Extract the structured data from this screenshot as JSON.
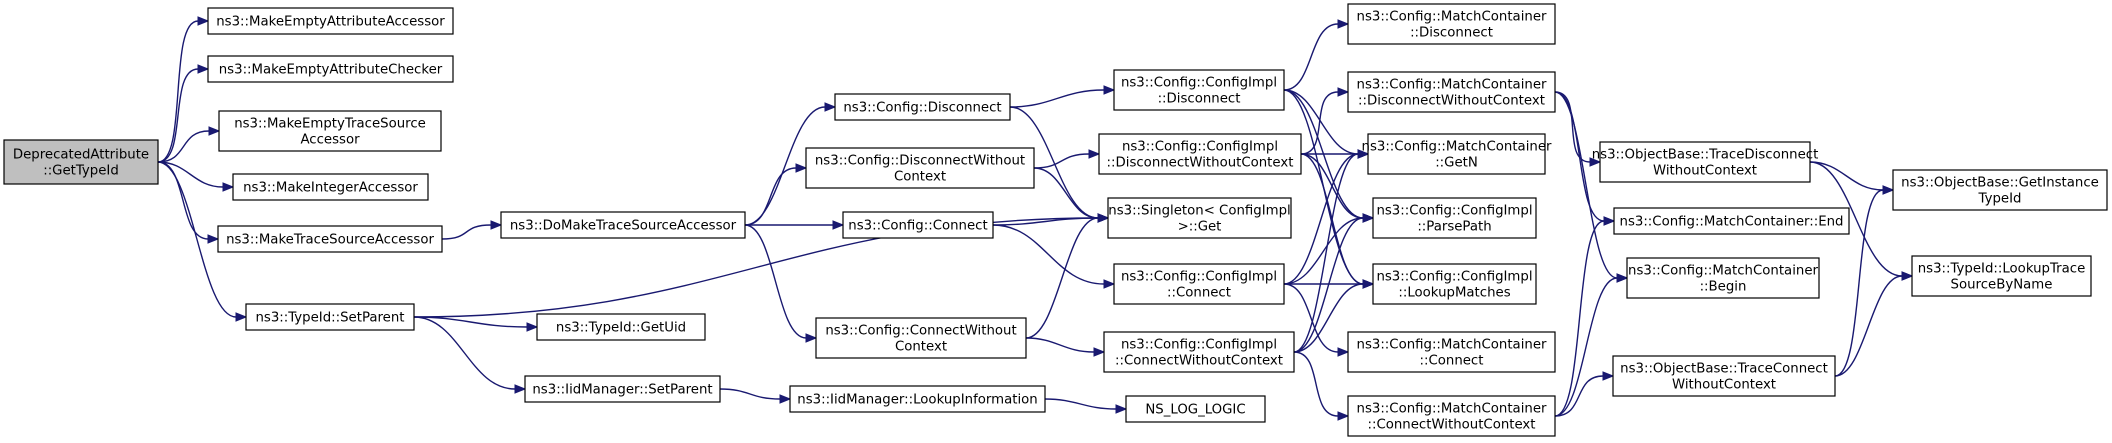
{
  "graph": {
    "nodes": [
      {
        "id": "getTypeId",
        "lines": [
          "DeprecatedAttribute",
          "::GetTypeId"
        ],
        "root": true
      },
      {
        "id": "mkEmptyAttrAcc",
        "lines": [
          "ns3::MakeEmptyAttributeAccessor"
        ]
      },
      {
        "id": "mkEmptyAttrChk",
        "lines": [
          "ns3::MakeEmptyAttributeChecker"
        ]
      },
      {
        "id": "mkEmptyTraceSrc",
        "lines": [
          "ns3::MakeEmptyTraceSource",
          "Accessor"
        ]
      },
      {
        "id": "mkIntAcc",
        "lines": [
          "ns3::MakeIntegerAccessor"
        ]
      },
      {
        "id": "mkTraceSrcAcc",
        "lines": [
          "ns3::MakeTraceSourceAccessor"
        ]
      },
      {
        "id": "typeIdSetParent",
        "lines": [
          "ns3::TypeId::SetParent"
        ]
      },
      {
        "id": "doMakeTraceSrcAcc",
        "lines": [
          "ns3::DoMakeTraceSourceAccessor"
        ]
      },
      {
        "id": "typeIdGetUid",
        "lines": [
          "ns3::TypeId::GetUid"
        ]
      },
      {
        "id": "iidMgrSetParent",
        "lines": [
          "ns3::IidManager::SetParent"
        ]
      },
      {
        "id": "cfgDisconnect",
        "lines": [
          "ns3::Config::Disconnect"
        ]
      },
      {
        "id": "cfgDisconnectWoCtx",
        "lines": [
          "ns3::Config::DisconnectWithout",
          "Context"
        ]
      },
      {
        "id": "cfgConnect",
        "lines": [
          "ns3::Config::Connect"
        ]
      },
      {
        "id": "cfgConnectWoCtx",
        "lines": [
          "ns3::Config::ConnectWithout",
          "Context"
        ]
      },
      {
        "id": "iidMgrLookupInfo",
        "lines": [
          "ns3::IidManager::LookupInformation"
        ]
      },
      {
        "id": "implDisconnect",
        "lines": [
          "ns3::Config::ConfigImpl",
          "::Disconnect"
        ]
      },
      {
        "id": "implDisconnectWoCtx",
        "lines": [
          "ns3::Config::ConfigImpl",
          "::DisconnectWithoutContext"
        ]
      },
      {
        "id": "singletonGet",
        "lines": [
          "ns3::Singleton< ConfigImpl",
          " >::Get"
        ]
      },
      {
        "id": "implConnect",
        "lines": [
          "ns3::Config::ConfigImpl",
          "::Connect"
        ]
      },
      {
        "id": "implConnectWoCtx",
        "lines": [
          "ns3::Config::ConfigImpl",
          "::ConnectWithoutContext"
        ]
      },
      {
        "id": "nsLogLogic",
        "lines": [
          "NS_LOG_LOGIC"
        ]
      },
      {
        "id": "mcDisconnect",
        "lines": [
          "ns3::Config::MatchContainer",
          "::Disconnect"
        ]
      },
      {
        "id": "mcDisconnectWoCtx",
        "lines": [
          "ns3::Config::MatchContainer",
          "::DisconnectWithoutContext"
        ]
      },
      {
        "id": "mcGetN",
        "lines": [
          "ns3::Config::MatchContainer",
          "::GetN"
        ]
      },
      {
        "id": "implParsePath",
        "lines": [
          "ns3::Config::ConfigImpl",
          "::ParsePath"
        ]
      },
      {
        "id": "implLookupMatches",
        "lines": [
          "ns3::Config::ConfigImpl",
          "::LookupMatches"
        ]
      },
      {
        "id": "mcConnect",
        "lines": [
          "ns3::Config::MatchContainer",
          "::Connect"
        ]
      },
      {
        "id": "mcConnectWoCtx",
        "lines": [
          "ns3::Config::MatchContainer",
          "::ConnectWithoutContext"
        ]
      },
      {
        "id": "obTraceDisconnectWoCtx",
        "lines": [
          "ns3::ObjectBase::TraceDisconnect",
          "WithoutContext"
        ]
      },
      {
        "id": "mcEnd",
        "lines": [
          "ns3::Config::MatchContainer::End"
        ]
      },
      {
        "id": "mcBegin",
        "lines": [
          "ns3::Config::MatchContainer",
          "::Begin"
        ]
      },
      {
        "id": "obTraceConnectWoCtx",
        "lines": [
          "ns3::ObjectBase::TraceConnect",
          "WithoutContext"
        ]
      },
      {
        "id": "obGetInstanceTypeId",
        "lines": [
          "ns3::ObjectBase::GetInstance",
          "TypeId"
        ]
      },
      {
        "id": "typeIdLookupTraceSrc",
        "lines": [
          "ns3::TypeId::LookupTrace",
          "SourceByName"
        ]
      }
    ],
    "edges": [
      [
        "getTypeId",
        "mkEmptyAttrAcc"
      ],
      [
        "getTypeId",
        "mkEmptyAttrChk"
      ],
      [
        "getTypeId",
        "mkEmptyTraceSrc"
      ],
      [
        "getTypeId",
        "mkIntAcc"
      ],
      [
        "getTypeId",
        "mkTraceSrcAcc"
      ],
      [
        "getTypeId",
        "typeIdSetParent"
      ],
      [
        "mkTraceSrcAcc",
        "doMakeTraceSrcAcc"
      ],
      [
        "typeIdSetParent",
        "singletonGet"
      ],
      [
        "typeIdSetParent",
        "typeIdGetUid"
      ],
      [
        "typeIdSetParent",
        "iidMgrSetParent"
      ],
      [
        "iidMgrSetParent",
        "iidMgrLookupInfo"
      ],
      [
        "iidMgrLookupInfo",
        "nsLogLogic"
      ],
      [
        "doMakeTraceSrcAcc",
        "cfgDisconnect"
      ],
      [
        "doMakeTraceSrcAcc",
        "cfgDisconnectWoCtx"
      ],
      [
        "doMakeTraceSrcAcc",
        "cfgConnect"
      ],
      [
        "doMakeTraceSrcAcc",
        "cfgConnectWoCtx"
      ],
      [
        "cfgDisconnect",
        "implDisconnect"
      ],
      [
        "cfgDisconnect",
        "singletonGet"
      ],
      [
        "cfgDisconnectWoCtx",
        "implDisconnectWoCtx"
      ],
      [
        "cfgDisconnectWoCtx",
        "singletonGet"
      ],
      [
        "cfgConnect",
        "singletonGet"
      ],
      [
        "cfgConnect",
        "implConnect"
      ],
      [
        "cfgConnectWoCtx",
        "singletonGet"
      ],
      [
        "cfgConnectWoCtx",
        "implConnectWoCtx"
      ],
      [
        "implDisconnect",
        "mcDisconnect"
      ],
      [
        "implDisconnect",
        "mcGetN"
      ],
      [
        "implDisconnect",
        "implParsePath"
      ],
      [
        "implDisconnect",
        "implLookupMatches"
      ],
      [
        "implDisconnectWoCtx",
        "mcDisconnectWoCtx"
      ],
      [
        "implDisconnectWoCtx",
        "mcGetN"
      ],
      [
        "implDisconnectWoCtx",
        "implParsePath"
      ],
      [
        "implDisconnectWoCtx",
        "implLookupMatches"
      ],
      [
        "implConnect",
        "mcGetN"
      ],
      [
        "implConnect",
        "implParsePath"
      ],
      [
        "implConnect",
        "implLookupMatches"
      ],
      [
        "implConnect",
        "mcConnect"
      ],
      [
        "implConnectWoCtx",
        "mcGetN"
      ],
      [
        "implConnectWoCtx",
        "implParsePath"
      ],
      [
        "implConnectWoCtx",
        "implLookupMatches"
      ],
      [
        "implConnectWoCtx",
        "mcConnectWoCtx"
      ],
      [
        "mcDisconnectWoCtx",
        "obTraceDisconnectWoCtx"
      ],
      [
        "mcDisconnectWoCtx",
        "mcEnd"
      ],
      [
        "mcDisconnectWoCtx",
        "mcBegin"
      ],
      [
        "mcConnectWoCtx",
        "mcEnd"
      ],
      [
        "mcConnectWoCtx",
        "mcBegin"
      ],
      [
        "mcConnectWoCtx",
        "obTraceConnectWoCtx"
      ],
      [
        "obTraceDisconnectWoCtx",
        "obGetInstanceTypeId"
      ],
      [
        "obTraceDisconnectWoCtx",
        "typeIdLookupTraceSrc"
      ],
      [
        "obTraceConnectWoCtx",
        "obGetInstanceTypeId"
      ],
      [
        "obTraceConnectWoCtx",
        "typeIdLookupTraceSrc"
      ]
    ]
  }
}
